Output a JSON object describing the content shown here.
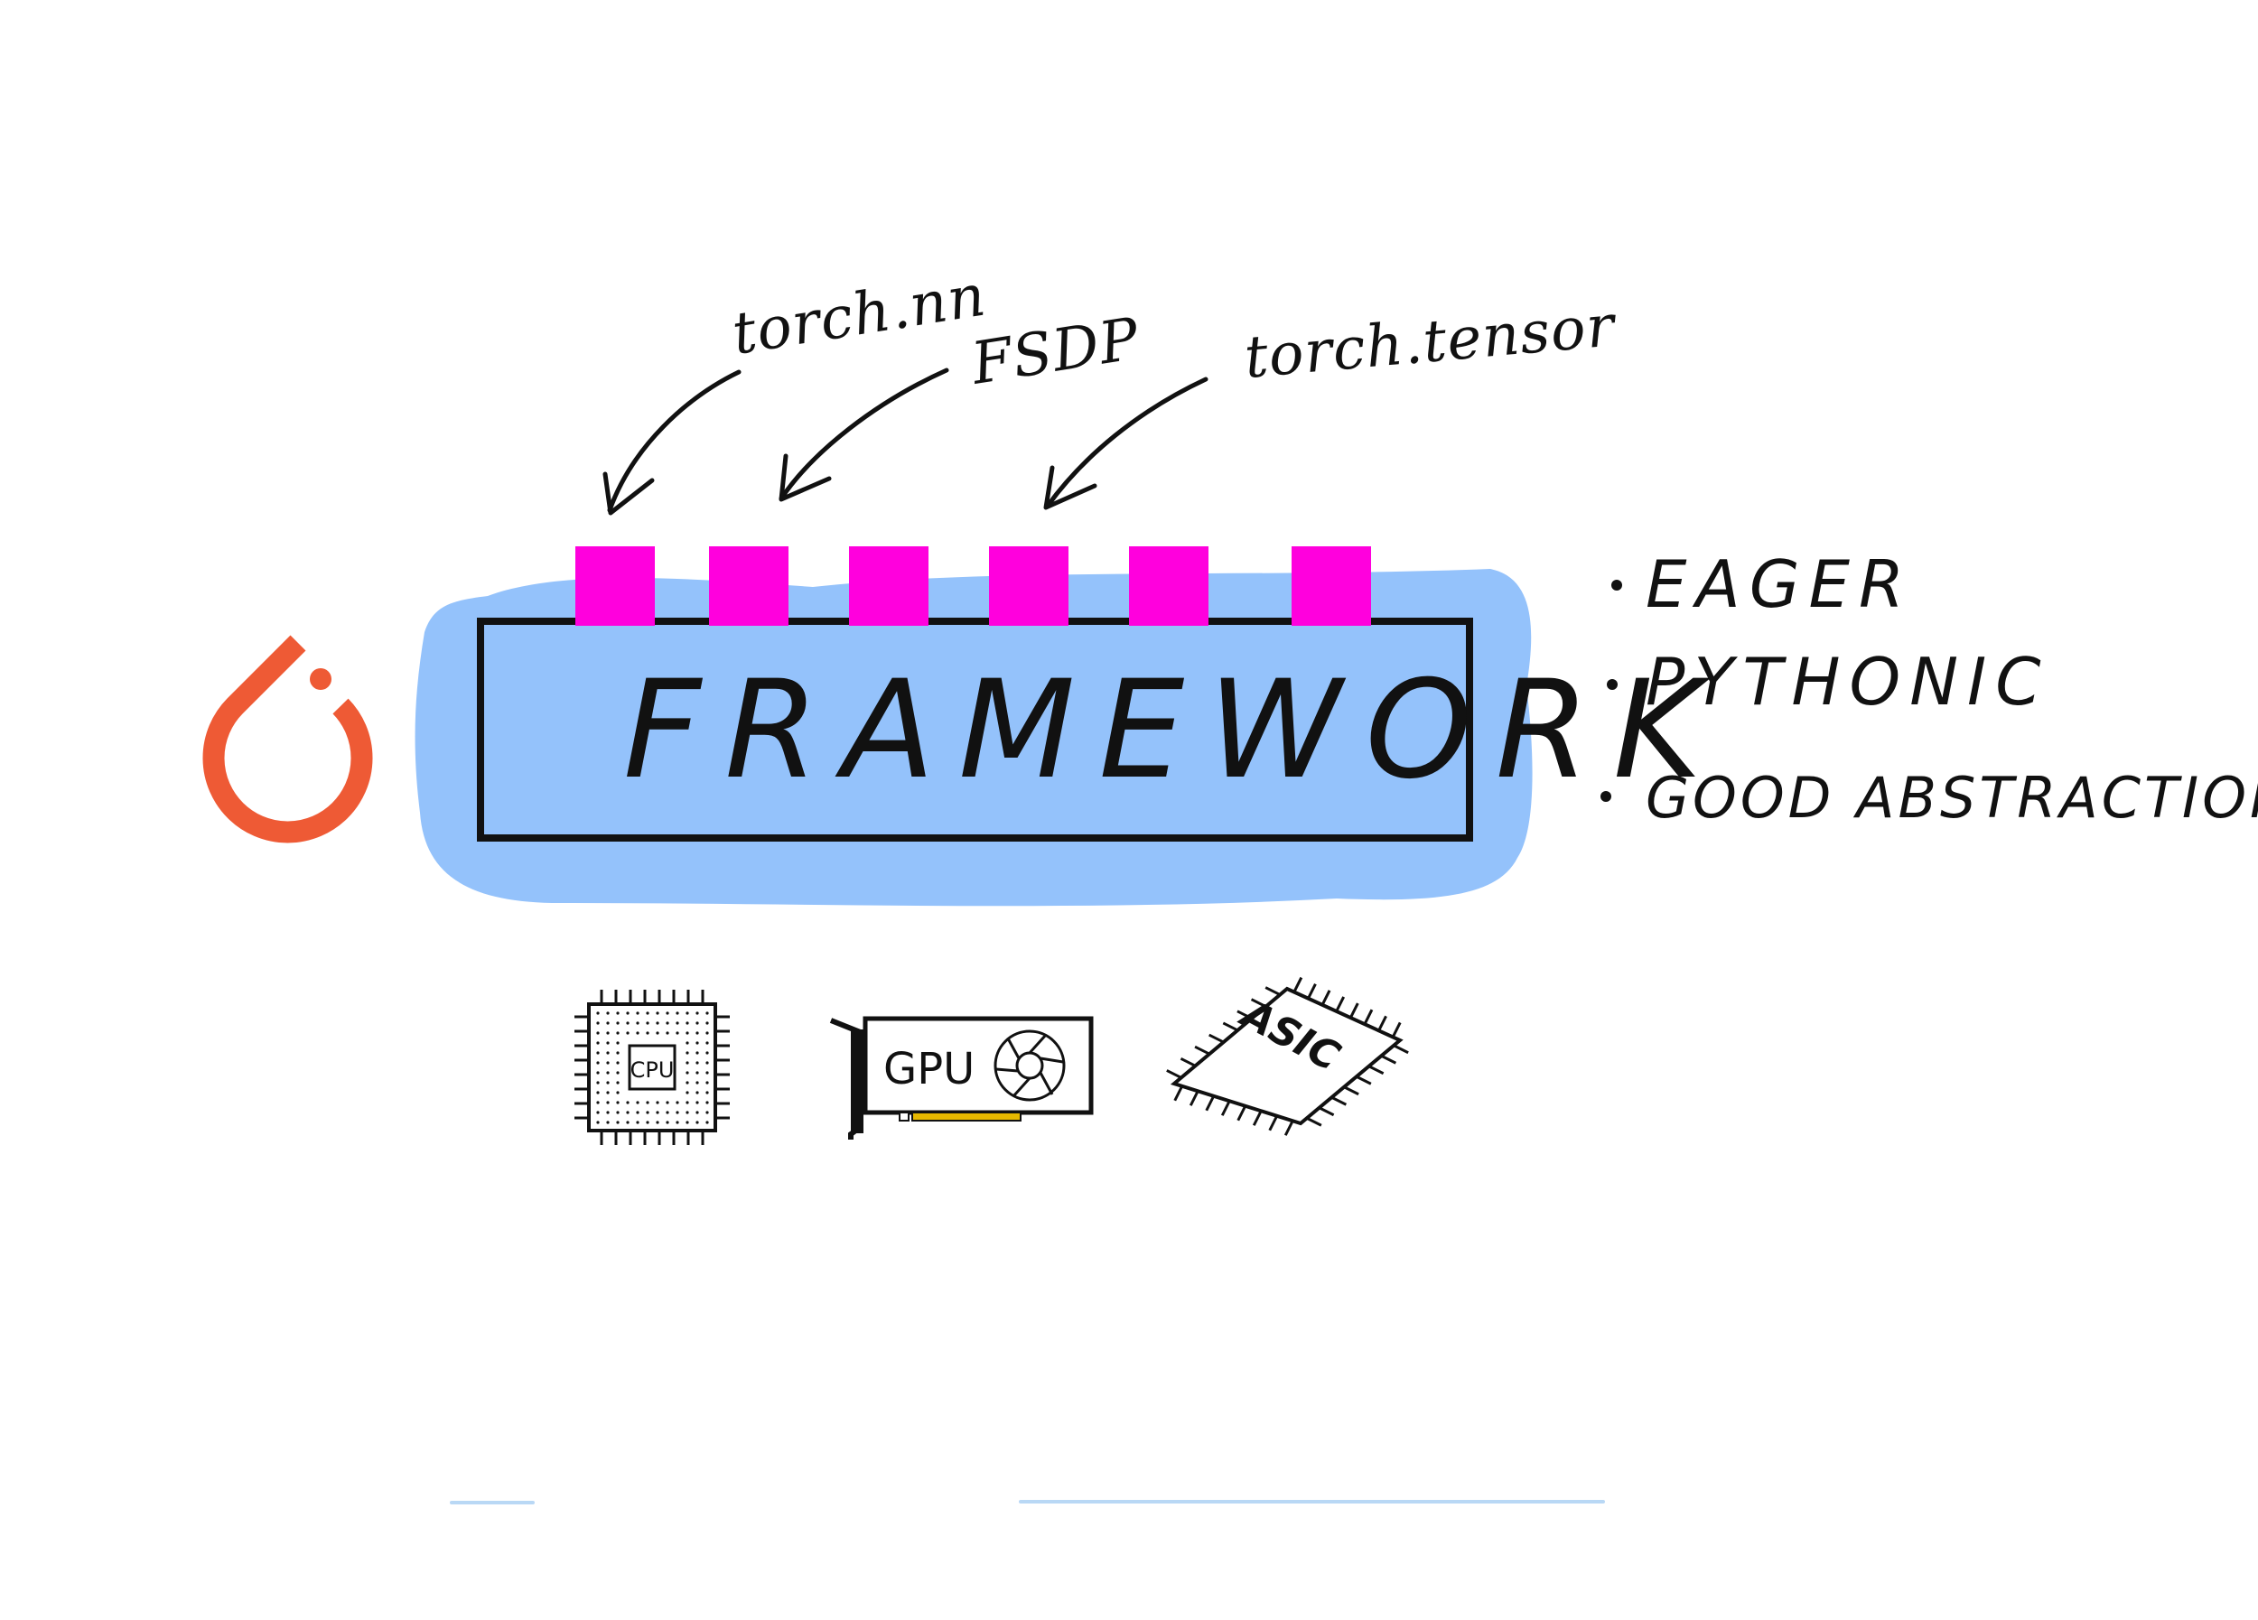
{
  "diagram": {
    "main_box_label": "FRAMEWORK",
    "components": [
      "torch.nn",
      "FSDP",
      "torch.tensor"
    ],
    "properties": [
      "EAGER",
      "PYTHONIC",
      "GOOD ABSTRACTIONS"
    ],
    "hardware": [
      "CPU",
      "GPU",
      "ASIC"
    ],
    "logo": "pytorch-logo"
  },
  "colors": {
    "highlight_blob": "#94c2fb",
    "box_fill": "#94c2fb",
    "module_blocks": "#ff00dd",
    "logo": "#ee5a35",
    "ink": "#111111",
    "gpu_contacts": "#e6b800",
    "faint_line": "#b9d8f5"
  },
  "icons": [
    "pytorch-logo-icon",
    "cpu-chip-icon",
    "gpu-card-icon",
    "gpu-fan-icon",
    "asic-chip-icon",
    "arrow-icon",
    "bullet-icon"
  ]
}
